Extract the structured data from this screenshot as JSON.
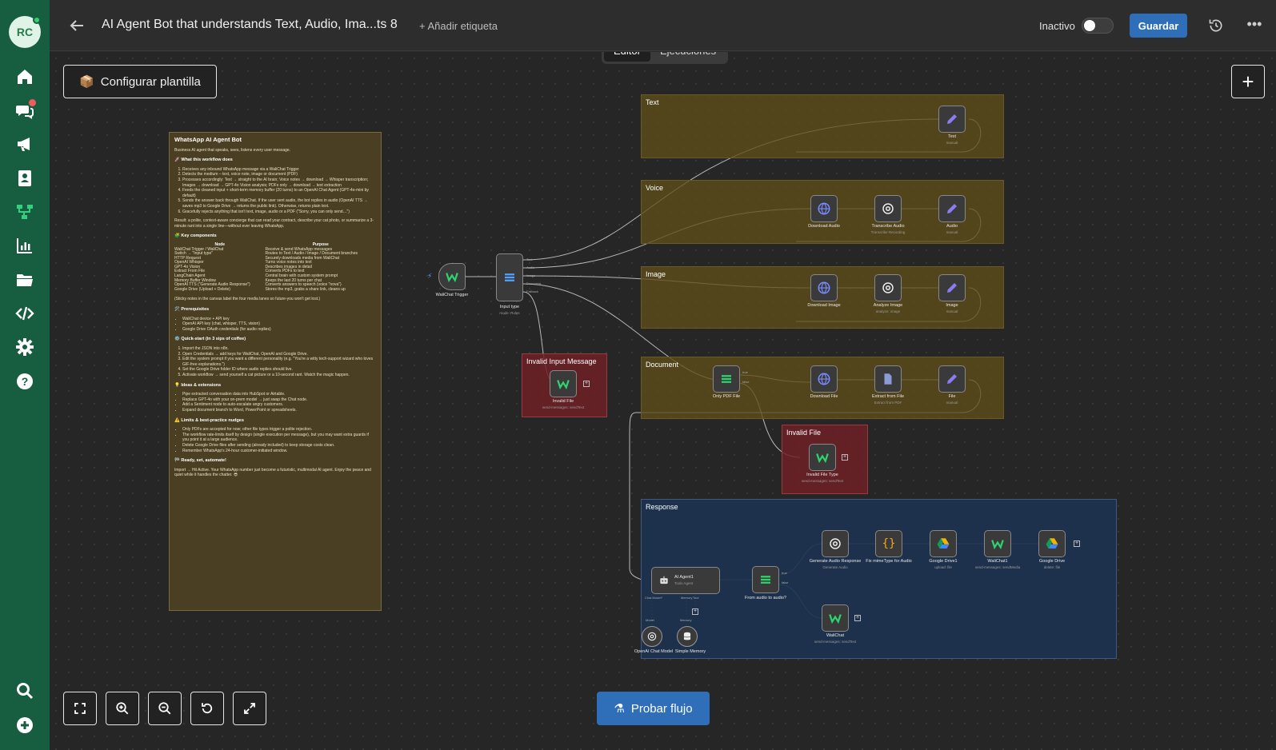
{
  "sidebar": {
    "avatar_initials": "RC",
    "items": [
      {
        "name": "home-icon"
      },
      {
        "name": "chat-icon"
      },
      {
        "name": "megaphone-icon"
      },
      {
        "name": "contacts-icon"
      },
      {
        "name": "flows-icon"
      },
      {
        "name": "chart-icon"
      },
      {
        "name": "folder-icon"
      },
      {
        "name": "code-icon"
      },
      {
        "name": "settings-icon"
      },
      {
        "name": "help-icon"
      },
      {
        "name": "search-icon"
      },
      {
        "name": "add-icon"
      }
    ]
  },
  "header": {
    "title": "AI Agent Bot that understands Text, Audio, Ima...ts 8",
    "add_tag": "+ Añadir etiqueta",
    "status": "Inactivo",
    "save": "Guardar"
  },
  "tabs": {
    "editor": "Editor",
    "executions": "Ejecuciones"
  },
  "canvas": {
    "config_button": "Configurar plantilla",
    "test_button": "Probar flujo"
  },
  "sticky": {
    "title": "WhatsApp AI Agent Bot",
    "intro": "Business AI agent that speaks, sees, listens every user message.",
    "h_what": "🚀 What this workflow does",
    "what_items": [
      "Receives any inbound WhatsApp message via a WaliChat Trigger",
      "Detects the medium – text, voice note, image or document (PDF)",
      "Processes accordingly: Text → straight to the AI brain; Voice notes → download → Whisper transcription; Images → download → GPT-4o Vision analysis; PDFs only → download → text extraction",
      "Feeds the cleaned input + short-term memory buffer (20 turns) to an OpenAI Chat Agent (GPT-4o-mini by default)",
      "Sends the answer back through WaliChat. If the user sent audio, the bot replies in audio (OpenAI TTS → saves mp3 to Google Drive → returns the public link). Otherwise, returns plain text.",
      "Gracefully rejects anything that isn't text, image, audio or a PDF (\"Sorry, you can only send…\")"
    ],
    "result": "Result: a polite, context-aware concierge that can read your contract, describe your cat photo, or summarize a 3-minute rant into a single line—without ever leaving WhatsApp.",
    "h_components": "🧩 Key components",
    "table_head": [
      "Node",
      "Purpose"
    ],
    "table_rows": [
      [
        "WaliChat Trigger / WaliChat",
        "Receive & send WhatsApp messages"
      ],
      [
        "Switch → \"Input type\"",
        "Routes to Text / Audio / Image / Document branches"
      ],
      [
        "HTTP Request",
        "Securely downloads media from WaliChat"
      ],
      [
        "OpenAI Whisper",
        "Turns voice notes into text"
      ],
      [
        "GPT-4o Vision",
        "Describes images in detail"
      ],
      [
        "Extract From File",
        "Converts PDFs to text"
      ],
      [
        "LangChain Agent",
        "Central brain with custom system prompt"
      ],
      [
        "Memory Buffer Window",
        "Keeps the last 20 turns per chat"
      ],
      [
        "OpenAI TTS (\"Generate Audio Response\")",
        "Converts answers to speech (voice \"nova\")"
      ],
      [
        "Google Drive (Upload + Delete)",
        "Stores the mp3, grabs a share link, cleans up"
      ]
    ],
    "sticky_note": "(Sticky notes in the canvas label the four media lanes so future-you won't get lost.)",
    "h_prereq": "🛠️ Prerequisites",
    "prereq_items": [
      "WaliChat device + API key",
      "OpenAI API key (chat, whisper, TTS, vision)",
      "Google Drive OAuth credentials (for audio replies)"
    ],
    "h_quick": "⚙️ Quick-start (in 3 sips of coffee)",
    "quick_items": [
      "Import the JSON into n8n.",
      "Open Credentials → add keys for WaliChat, OpenAI and Google Drive.",
      "Edit the system prompt if you want a different personality (e.g. \"You're a witty tech-support wizard who loves GIF-free explanations.\")",
      "Set the Google Drive folder ID where audio replies should live.",
      "Activate workflow → send yourself a cat picture or a 10-second rant. Watch the magic happen."
    ],
    "h_ideas": "💡 Ideas & extensions",
    "ideas_items": [
      "Pipe extracted conversation data into HubSpot or Airtable.",
      "Replace GPT-4o with your on-prem model → just swap the Chat node.",
      "Add a Sentiment node to auto-escalate angry customers.",
      "Expand document branch to Word, PowerPoint or spreadsheets."
    ],
    "h_limits": "⚠️ Limits & best-practice nudges",
    "limits_items": [
      "Only PDFs are accepted for now; other file types trigger a polite rejection.",
      "The workflow rate-limits itself by design (single execution per message), but you may want extra guards if you point it at a large audience.",
      "Delete Google Drive files after sending (already included) to keep storage costs clean.",
      "Remember WhatsApp's 24-hour customer-initiated window."
    ],
    "h_ready": "🏁 Ready, set, automate!",
    "ready": "Import → Hit Active. Your WhatsApp number just become a futuristic, multimodal AI agent. Enjoy the peace and quiet while it handles the chatter. 😎"
  },
  "groups": {
    "text": "Text",
    "voice": "Voice",
    "image": "Image",
    "document": "Document",
    "invalid_input": "Invalid Input Message",
    "invalid_file": "Invalid File",
    "response": "Response"
  },
  "nodes": {
    "trigger": {
      "label": "WaliChat Trigger"
    },
    "input_type": {
      "label": "Input type",
      "sub": "mode: Rules"
    },
    "input_type_outputs": [
      "Text",
      "Audio",
      "Image",
      "Document",
      "Fallback"
    ],
    "invalid_file_msg": {
      "label": "Invalid File",
      "sub": "send-messages: sendText"
    },
    "text_set": {
      "label": "Text",
      "sub": "manual"
    },
    "download_audio": {
      "label": "Download Audio"
    },
    "transcribe_audio": {
      "label": "Transcribe Audio",
      "sub": "Transcribe Recording"
    },
    "audio_set": {
      "label": "Audio",
      "sub": "manual"
    },
    "download_image": {
      "label": "Download Image"
    },
    "analyze_image": {
      "label": "Analyze Image",
      "sub": "analyze: image"
    },
    "image_set": {
      "label": "Image",
      "sub": "manual"
    },
    "only_pdf": {
      "label": "Only PDF File"
    },
    "only_pdf_outputs": [
      "true",
      "false"
    ],
    "download_file": {
      "label": "Download File"
    },
    "extract_file": {
      "label": "Extract from File",
      "sub": "Extract from PDF"
    },
    "file_set": {
      "label": "File",
      "sub": "manual"
    },
    "invalid_file_type": {
      "label": "Invalid File Type",
      "sub": "send-messages: sendText"
    },
    "ai_agent": {
      "label": "AI Agent1",
      "sub": "Tools Agent"
    },
    "ai_agent_ports": [
      "Chat Model*",
      "Memory",
      "Tool"
    ],
    "from_audio": {
      "label": "From audio to audio?"
    },
    "from_audio_outputs": [
      "true",
      "false"
    ],
    "gen_audio": {
      "label": "Generate Audio Response",
      "sub": "Generate Audio"
    },
    "fix_mime": {
      "label": "Fix mimeType for Audio"
    },
    "gdrive1": {
      "label": "Google Drive1",
      "sub": "upload: file"
    },
    "walichat1": {
      "label": "WaliChat1",
      "sub": "send-messages: sendMedia"
    },
    "gdrive": {
      "label": "Google Drive",
      "sub": "delete: file"
    },
    "walichat": {
      "label": "WaliChat",
      "sub": "send-messages: sendText"
    },
    "openai_model": {
      "label": "OpenAI Chat Model"
    },
    "simple_memory": {
      "label": "Simple Memory"
    },
    "sub_labels": {
      "model": "Model",
      "memory": "Memory"
    }
  },
  "colors": {
    "sidebar": "#165e3f",
    "accent": "#2f6fba",
    "group_yellow": "#5f4e19",
    "group_red": "#6e2026",
    "group_blue": "#1c3250"
  }
}
